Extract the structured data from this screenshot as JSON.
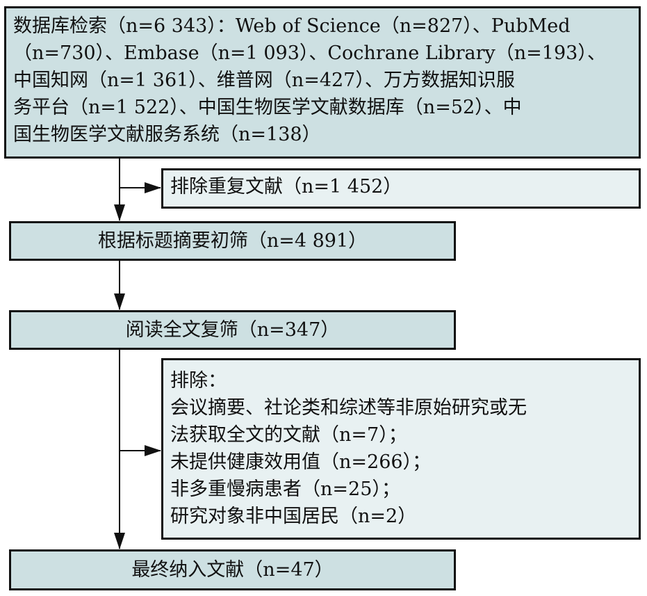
{
  "search_box": {
    "lines": [
      "数据库检索（n=6 343）：Web of Science（n=827）、PubMed",
      "（n=730）、Embase（n=1 093）、Cochrane Library（n=193）、",
      "中国知网（n=1 361）、维普网（n=427）、万方数据知识服",
      "务平台（n=1 522）、中国生物医学文献数据库（n=52）、中",
      "国生物医学文献服务系统（n=138）"
    ]
  },
  "exclude_duplicates": "排除重复文献（n=1 452）",
  "title_abstract_screen": "根据标题摘要初筛（n=4 891）",
  "fulltext_screen": "阅读全文复筛（n=347）",
  "exclusion_box": {
    "heading": "排除：",
    "lines": [
      "会议摘要、社论类和综述等非原始研究或无",
      "法获取全文的文献（n=7）；",
      "未提供健康效用值（n=266）；",
      "非多重慢病患者（n=25）；",
      "研究对象非中国居民（n=2）"
    ]
  },
  "final_included": "最终纳入文献（n=47）",
  "colors": {
    "main_box": "#cde0e2",
    "exclusion_box": "#e8f1f2",
    "border": "#111111"
  }
}
